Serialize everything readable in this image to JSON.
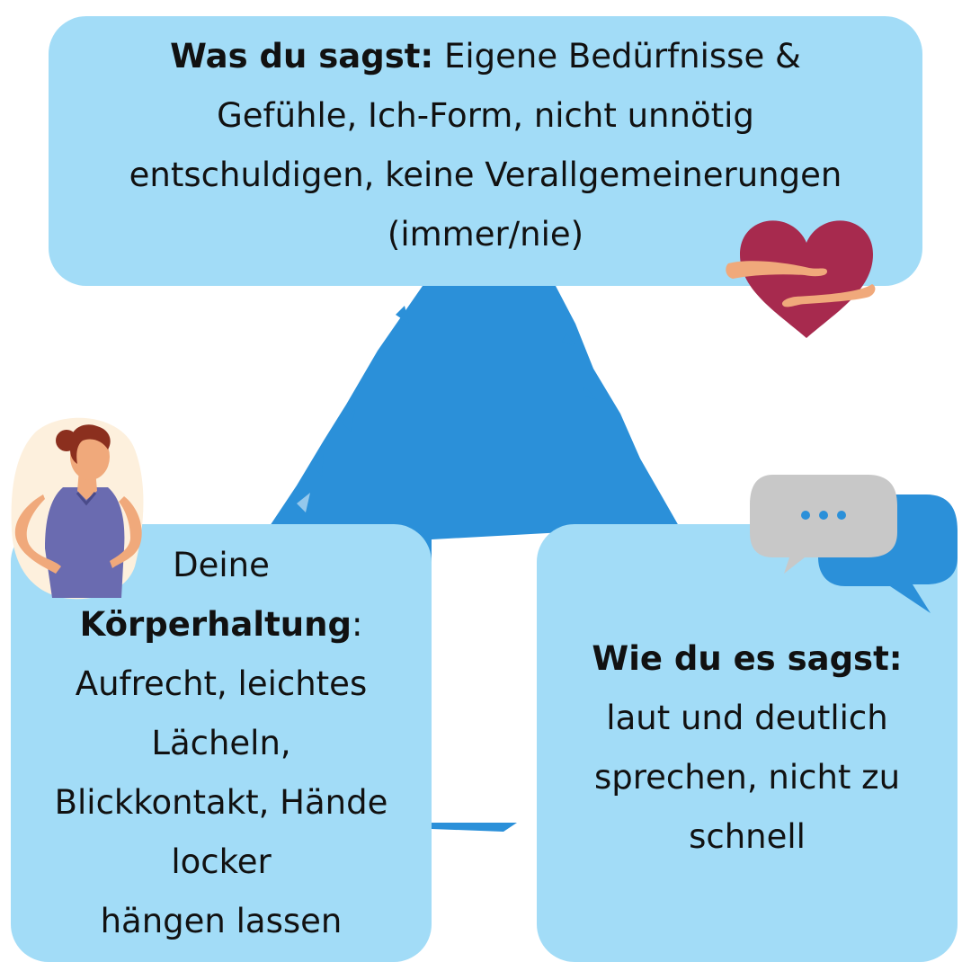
{
  "top_box": {
    "heading": "Was du sagst:",
    "line1_rest": " Eigene Bedürfnisse &",
    "line2": "Gefühle, Ich-Form, nicht unnötig",
    "line3": "entschuldigen, keine Verallgemeinerungen",
    "line4": "(immer/nie)"
  },
  "left_box": {
    "line1": "Deine",
    "heading": "Körperhaltung",
    "heading_suffix": ":",
    "line3": "Aufrecht, leichtes",
    "line4": "Lächeln,",
    "line5": "Blickkontakt, Hände",
    "line6": "locker",
    "line7": "hängen lassen"
  },
  "right_box": {
    "heading": "Wie du es sagst:",
    "line2": "laut und deutlich",
    "line3": "sprechen, nicht zu",
    "line4": "schnell"
  },
  "colors": {
    "box_fill": "#a2dcf7",
    "triangle": "#2b90d9",
    "heart": "#a72a4e",
    "skin": "#f0a97b",
    "shirt": "#6a6bb0",
    "hair": "#8b2f1e",
    "bubble_gray": "#c8c8c8",
    "bubble_blue": "#2b90d9"
  },
  "icons": [
    "heart-hug-icon",
    "woman-pose-icon",
    "speech-bubbles-icon"
  ]
}
